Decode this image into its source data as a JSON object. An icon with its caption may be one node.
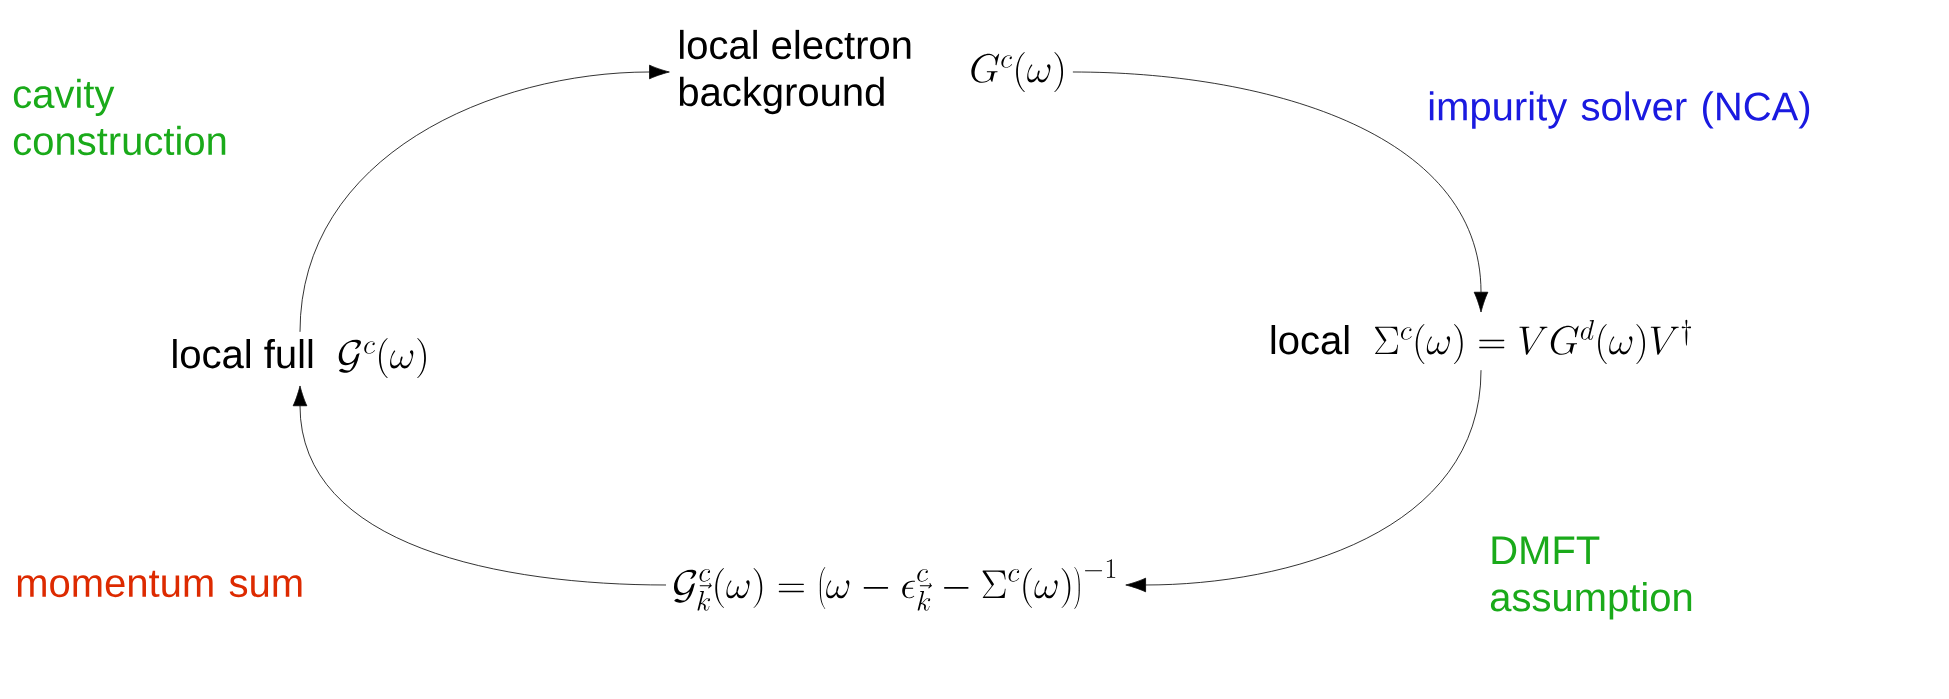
{
  "diagram": {
    "nodes": [
      {
        "text": [
          "local electron background",
          "G^c(\\omega)"
        ]
      },
      {
        "text": [
          "local",
          "\\Sigma^c(\\omega) = V G^d(\\omega) V^\\dagger"
        ]
      },
      {
        "text": [
          "\\mathcal{G}^c_{\\vec k}(\\omega) = \\left(\\omega - \\epsilon^c_{\\vec k} - \\Sigma^c(\\omega)\\right)^{-1}"
        ]
      },
      {
        "text": [
          "local full",
          "\\mathcal{G}^c(\\omega)"
        ]
      }
    ],
    "edges": [
      {
        "from": 0,
        "to": 1,
        "arrow": "to",
        "label": "impurity solver (NCA)"
      },
      {
        "from": 1,
        "to": 2,
        "arrow": "to",
        "label": "DMFT assumption"
      },
      {
        "from": 2,
        "to": 3,
        "arrow": "to",
        "label": "momentum sum"
      },
      {
        "from": 3,
        "to": 0,
        "arrow": "to",
        "label": "cavity construction"
      }
    ]
  }
}
